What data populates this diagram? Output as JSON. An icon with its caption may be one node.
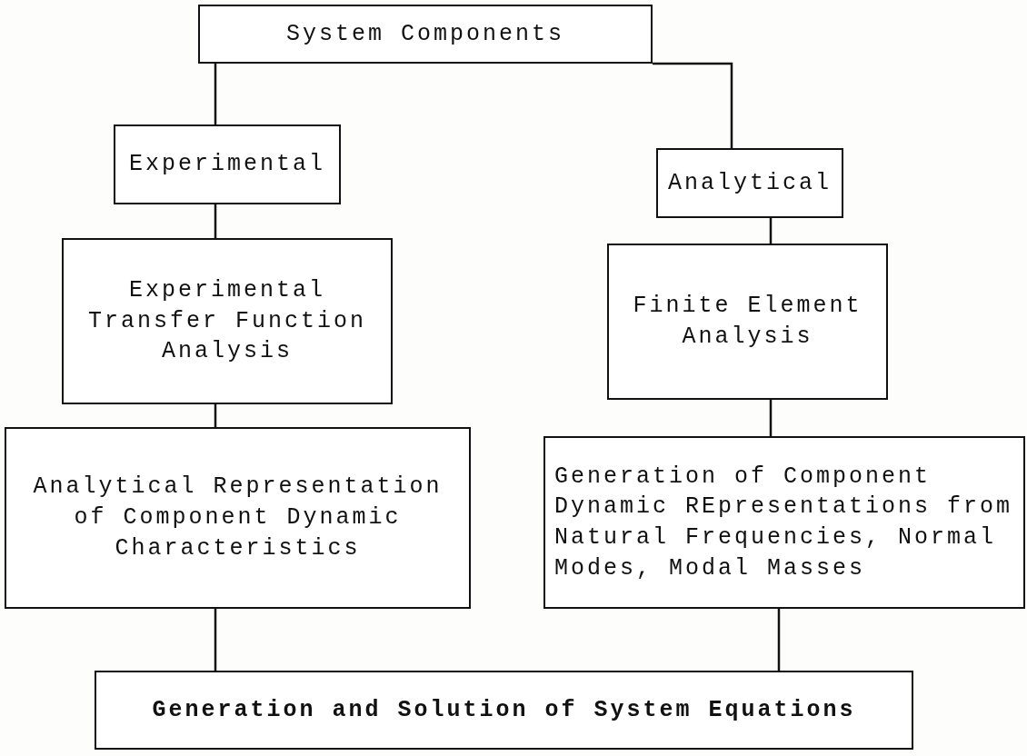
{
  "diagram": {
    "nodes": [
      {
        "text": [
          "System Components"
        ]
      },
      {
        "text": [
          "Experimental"
        ]
      },
      {
        "text": [
          "Analytical"
        ]
      },
      {
        "text": [
          "Experimental Transfer Function Analysis"
        ]
      },
      {
        "text": [
          "Finite Element Analysis"
        ]
      },
      {
        "text": [
          "Analytical Representation of Component Dynamic Characteristics"
        ]
      },
      {
        "text": [
          "Generation of Component Dynamic REpresentations from Natural Frequencies, Normal Modes, Modal Masses"
        ]
      },
      {
        "text": [
          "Generation and Solution of System Equations"
        ]
      }
    ],
    "edges": [
      {
        "from": 0,
        "to": 1,
        "arrow": "none"
      },
      {
        "from": 0,
        "to": 2,
        "arrow": "none"
      },
      {
        "from": 1,
        "to": 3,
        "arrow": "none"
      },
      {
        "from": 2,
        "to": 4,
        "arrow": "none"
      },
      {
        "from": 3,
        "to": 5,
        "arrow": "none"
      },
      {
        "from": 4,
        "to": 6,
        "arrow": "none"
      },
      {
        "from": 5,
        "to": 7,
        "arrow": "none"
      },
      {
        "from": 6,
        "to": 7,
        "arrow": "none"
      }
    ]
  }
}
